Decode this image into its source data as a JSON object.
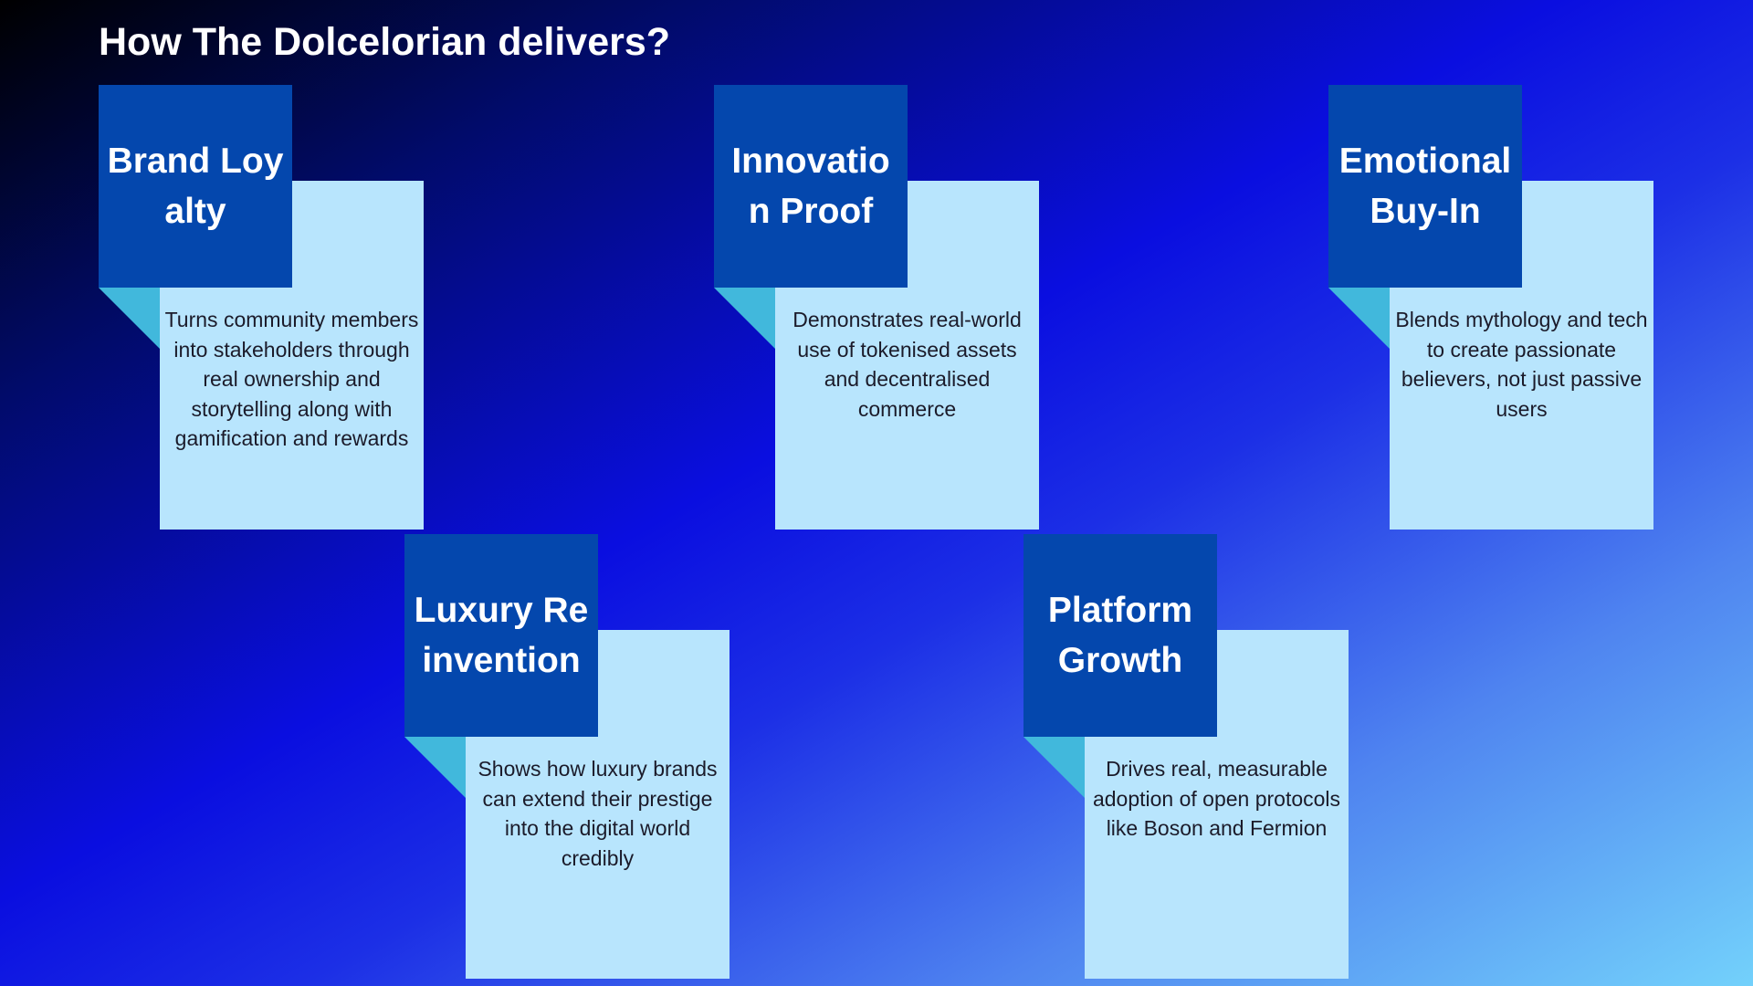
{
  "slide": {
    "title": "How The Dolcelorian delivers?"
  },
  "cards": [
    {
      "title": "Brand Loyalty",
      "description": "Turns community members into stakeholders through real ownership and storytelling along with gamification and rewards"
    },
    {
      "title": "Innovation Proof",
      "description": "Demonstrates real-world use of tokenised assets and decentralised commerce"
    },
    {
      "title": "Emotional Buy-In",
      "description": "Blends mythology and tech to create passionate believers, not just passive users"
    },
    {
      "title": "Luxury Reinvention",
      "description": "Shows how luxury brands can extend their prestige into the digital world credibly"
    },
    {
      "title": "Platform Growth",
      "description": "Drives real, measurable adoption of open protocols like Boson and Fermion"
    }
  ],
  "colors": {
    "tab": "#0447ad",
    "paper": "#b8e5fd",
    "fold": "#41b8dc",
    "title_text": "#ffffff",
    "body_text": "#1b1b2a"
  }
}
